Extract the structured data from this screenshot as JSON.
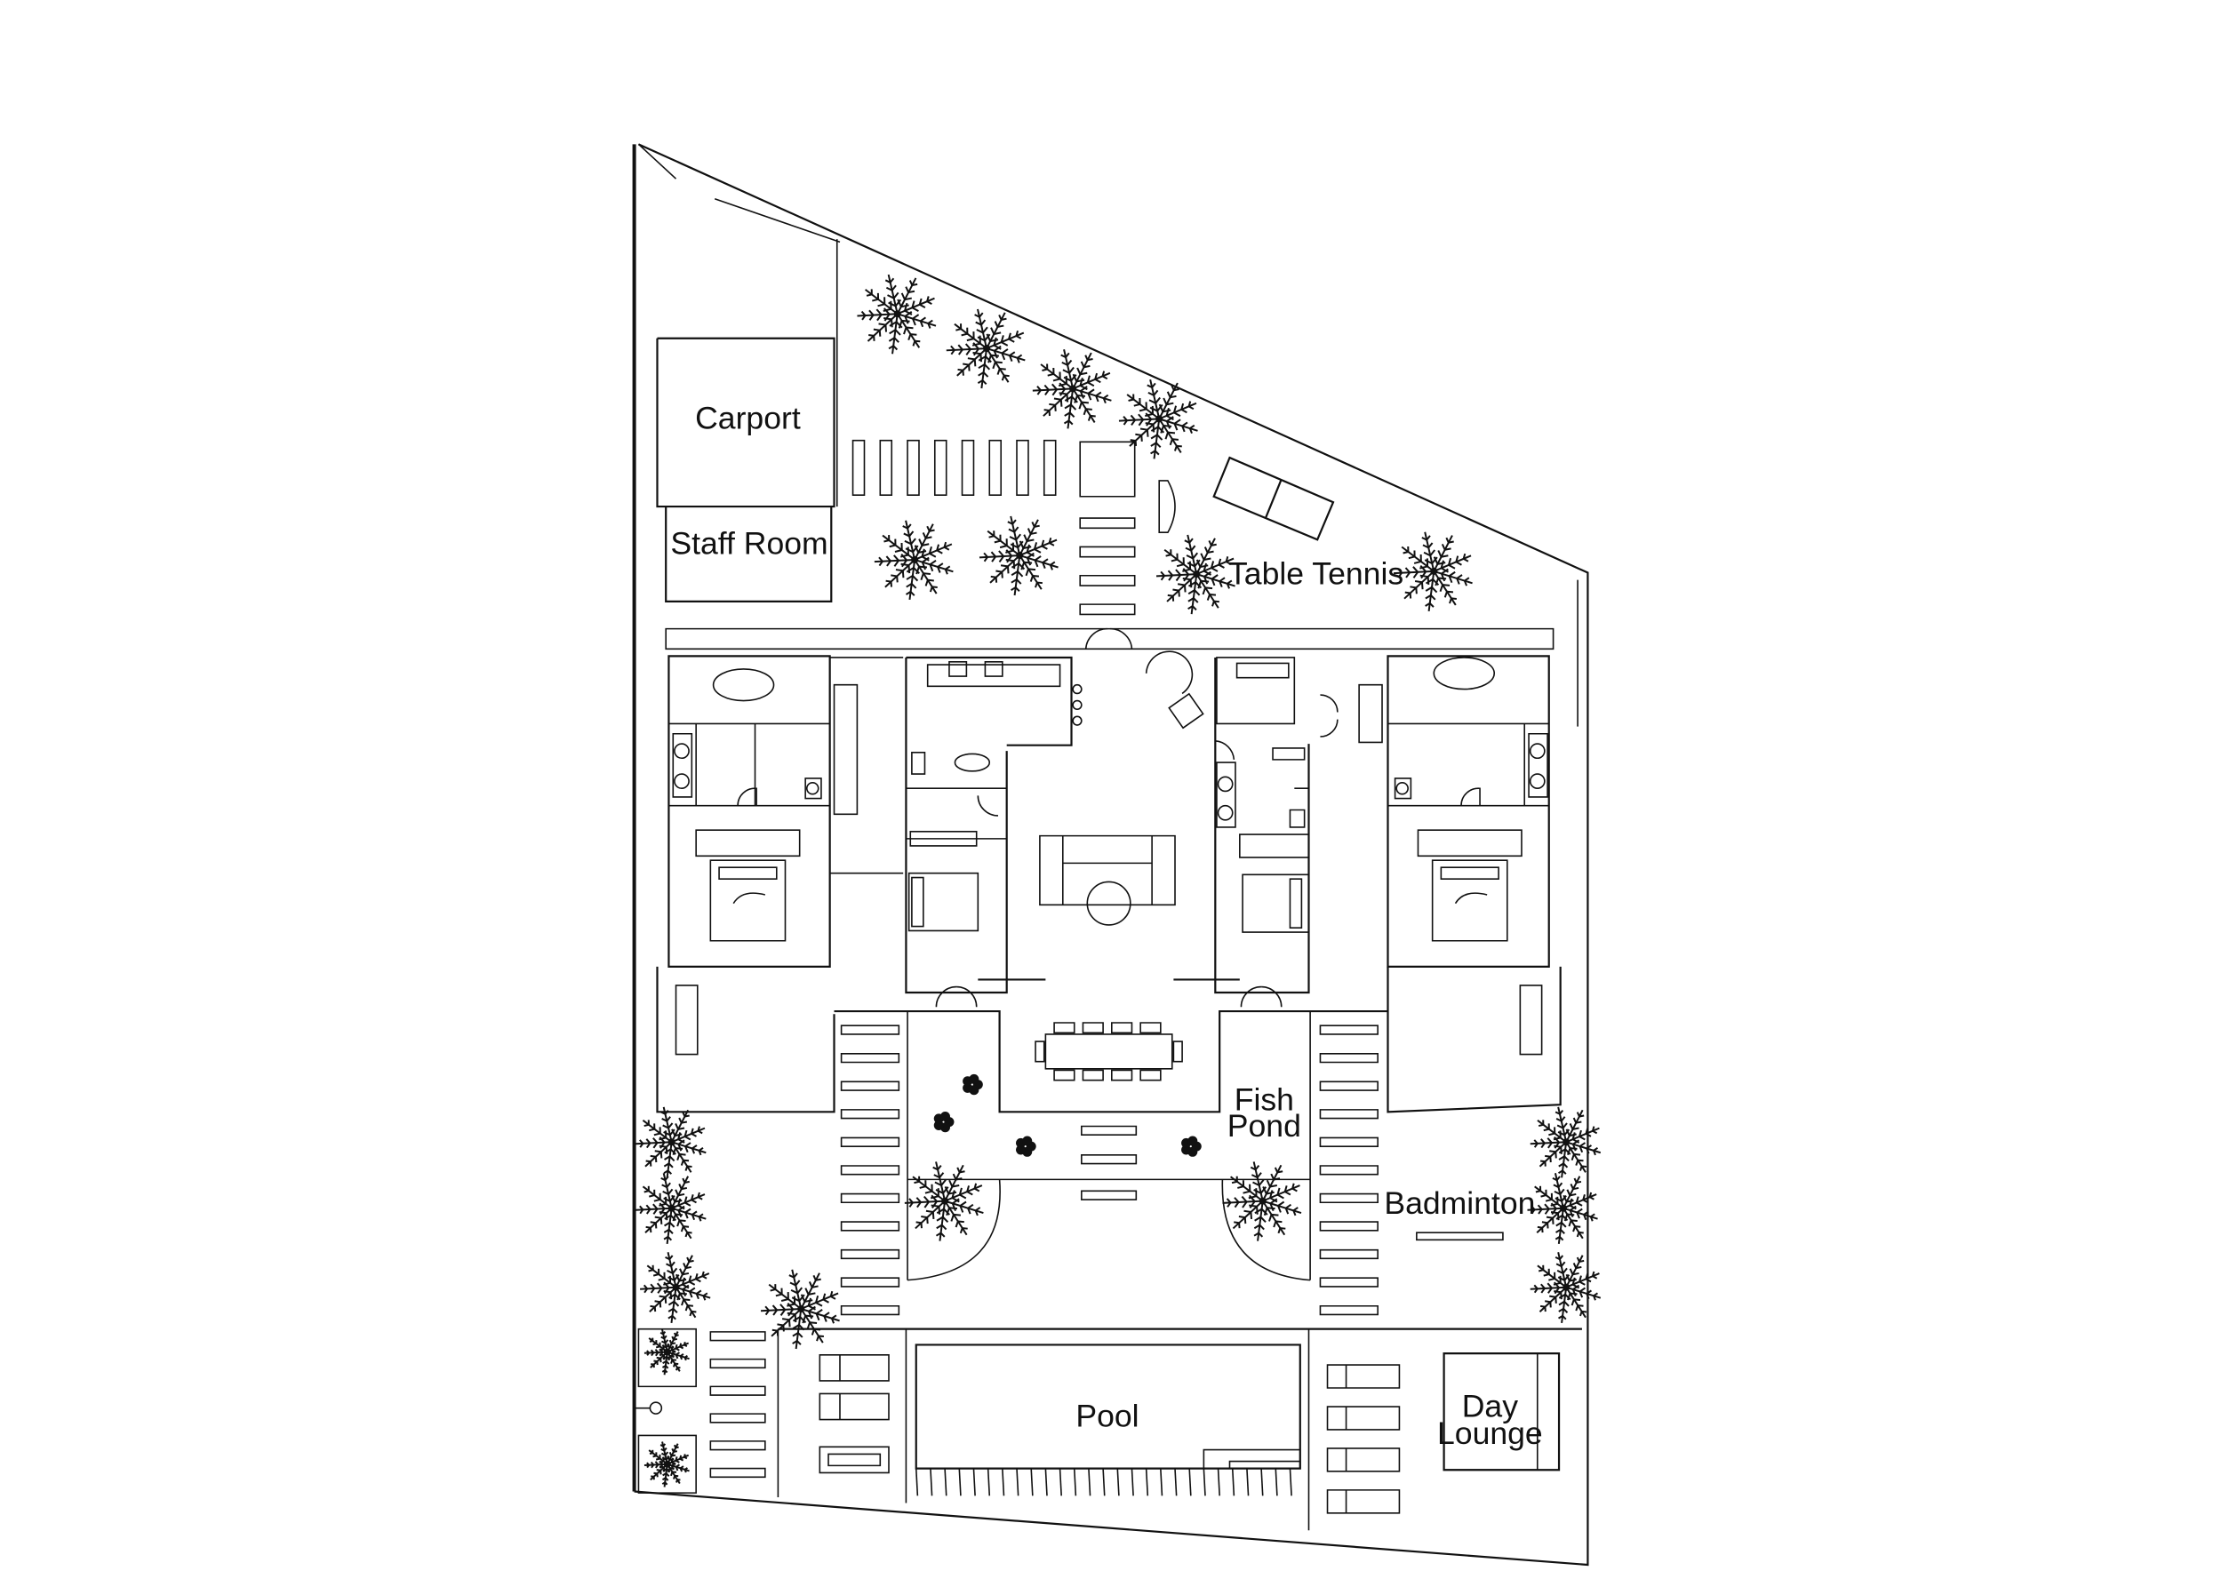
{
  "plan": {
    "labels": {
      "carport": "Carport",
      "staff_room": "Staff Room",
      "table_tennis": "Table Tennis",
      "fish_pond_1": "Fish",
      "fish_pond_2": "Pond",
      "badminton": "Badminton",
      "pool": "Pool",
      "day_lounge_1": "Day",
      "day_lounge_2": "Lounge"
    },
    "icons": [
      "palm-tree-icon",
      "flower-icon",
      "bed-icon",
      "bathtub-icon",
      "toilet-icon",
      "sofa-icon",
      "dining-table-icon",
      "ping-pong-table-icon",
      "sun-lounger-icon",
      "stepping-stone-icon",
      "door-swing-icon"
    ],
    "colors": {
      "line": "#111111",
      "background": "#ffffff"
    }
  }
}
